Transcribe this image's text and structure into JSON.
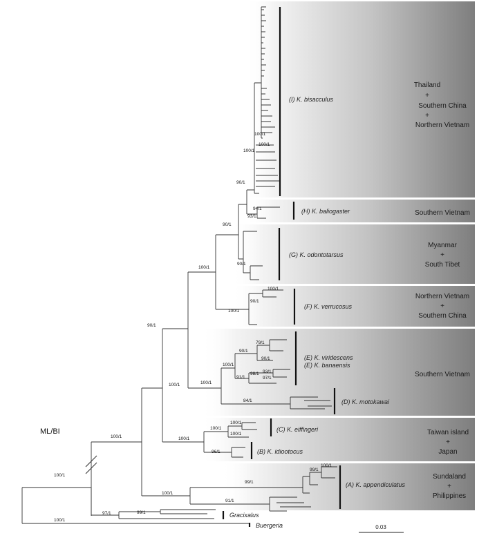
{
  "method_label": "ML/BI",
  "clades": [
    {
      "id": "I",
      "label": "(I) K. bisacculus",
      "region_lines": [
        "Thailand",
        "+",
        "Southern China",
        "+",
        "Northern Vietnam"
      ]
    },
    {
      "id": "H",
      "label": "(H) K. baliogaster",
      "region_lines": [
        "Southern Vietnam"
      ]
    },
    {
      "id": "G",
      "label": "(G) K. odontotarsus",
      "region_lines": [
        "Myanmar",
        "+",
        "South Tibet"
      ]
    },
    {
      "id": "F",
      "label": "(F) K. verrucosus",
      "region_lines": [
        "Northern Vietnam",
        "+",
        "Southern China"
      ]
    },
    {
      "id": "E",
      "label_lines": [
        "(E) K. viridescens",
        "(E) K. banaensis"
      ],
      "region_lines": [
        "Southern Vietnam"
      ]
    },
    {
      "id": "D",
      "label": "(D) K. motokawai"
    },
    {
      "id": "C",
      "label": "(C) K. eiffingeri",
      "region_lines": [
        "Taiwan island",
        "+",
        "Japan"
      ]
    },
    {
      "id": "B",
      "label": "(B) K. idiootocus"
    },
    {
      "id": "A",
      "label": "(A) K. appendiculatus",
      "region_lines": [
        "Sundaland",
        "+",
        "Philippines"
      ]
    }
  ],
  "outgroups": [
    "Gracixalus",
    "Buergeria"
  ],
  "support_values": {
    "s1": "100/1",
    "s2": "97/1",
    "s3": "99/1",
    "s4": "100/1",
    "s5": "100/1",
    "s6": "100/1",
    "s7": "99/1",
    "s8": "91/1",
    "s9": "99/1",
    "s10": "100/1",
    "s11": "100/1",
    "s12": "100/1",
    "s13": "100/1",
    "s14": "100/1",
    "s15": "96/1",
    "s16": "100/1",
    "s17": "90/1",
    "s18": "100/1",
    "s19": "84/1",
    "s20": "100/1",
    "s21": "90/1",
    "s22": "79/1",
    "s23": "90/1",
    "s24": "91/1",
    "s25": "98/1",
    "s26": "93/1",
    "s27": "97/1",
    "s28": "100/1",
    "s29": "100/1",
    "s30": "90/1",
    "s31": "100/1",
    "s32": "90/1",
    "s33": "90/1",
    "s34": "90/1",
    "s35": "94/1",
    "s36": "93/1",
    "s37": "100/1",
    "s38": "100/1",
    "s39": "100/1"
  },
  "scale_bar": "0.03"
}
